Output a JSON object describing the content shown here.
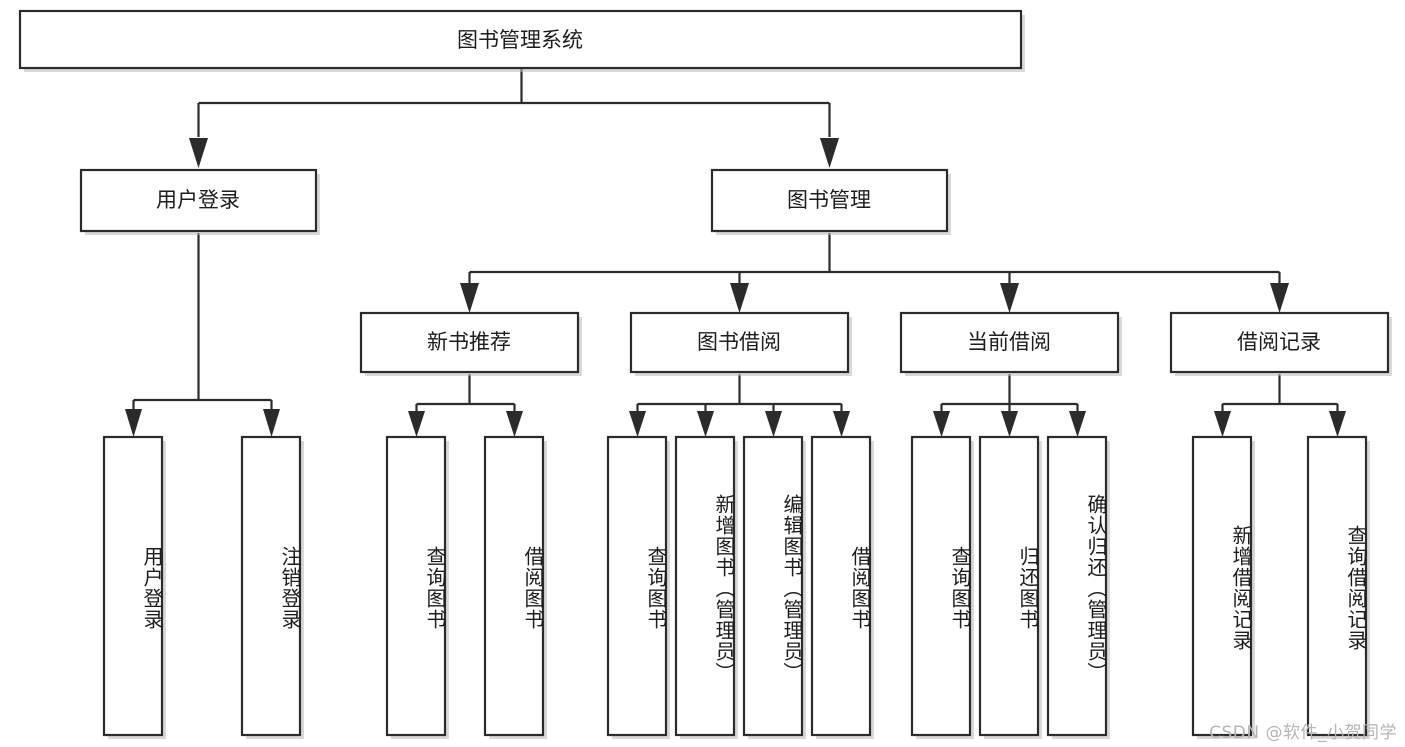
{
  "diagram": {
    "title": "图书管理系统",
    "type": "hierarchy-tree",
    "root": {
      "label": "图书管理系统"
    },
    "level2": [
      {
        "label": "用户登录"
      },
      {
        "label": "图书管理"
      }
    ],
    "level3": [
      {
        "label": "新书推荐"
      },
      {
        "label": "图书借阅"
      },
      {
        "label": "当前借阅"
      },
      {
        "label": "借阅记录"
      }
    ],
    "leaves": {
      "user_login": [
        {
          "label": "用户登录"
        },
        {
          "label": "注销登录"
        }
      ],
      "new_book_recommend": [
        {
          "label": "查询图书"
        },
        {
          "label": "借阅图书"
        }
      ],
      "book_borrow": [
        {
          "label": "查询图书"
        },
        {
          "label": "新增图书（管理员）"
        },
        {
          "label": "编辑图书（管理员）"
        },
        {
          "label": "借阅图书"
        }
      ],
      "current_borrow": [
        {
          "label": "查询图书"
        },
        {
          "label": "归还图书"
        },
        {
          "label": "确认归还（管理员）"
        }
      ],
      "borrow_record": [
        {
          "label": "新增借阅记录"
        },
        {
          "label": "查询借阅记录"
        }
      ]
    }
  },
  "watermark": {
    "text": "CSDN @软件_小贺同学"
  },
  "colors": {
    "stroke": "#2b2b2b",
    "box_fill": "#ffffff",
    "text": "#1d1d1d",
    "watermark": "#b4b4b4",
    "background": "#ffffff"
  }
}
